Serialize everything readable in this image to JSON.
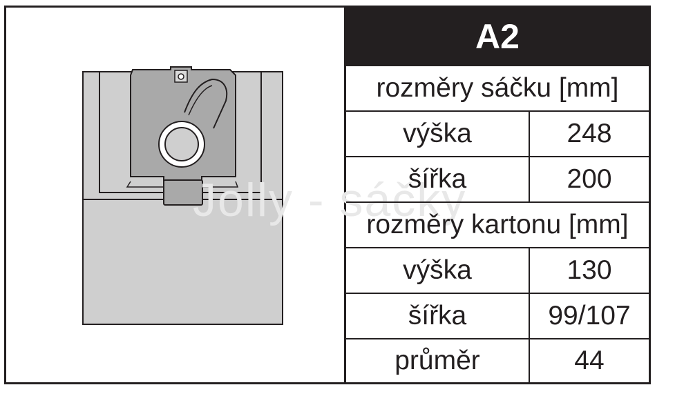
{
  "header": {
    "code": "A2"
  },
  "watermark": "Jolly - sáčky",
  "sections": [
    {
      "title": "rozměry sáčku [mm]",
      "rows": [
        {
          "label": "výška",
          "value": "248"
        },
        {
          "label": "šířka",
          "value": "200"
        }
      ]
    },
    {
      "title": "rozměry kartonu [mm]",
      "rows": [
        {
          "label": "výška",
          "value": "130"
        },
        {
          "label": "šířka",
          "value": "99/107"
        },
        {
          "label": "průměr",
          "value": "44"
        }
      ]
    }
  ],
  "colors": {
    "frame": "#231f20",
    "bag_fill": "#cfcfcf",
    "card_fill": "#a9a9a9"
  }
}
